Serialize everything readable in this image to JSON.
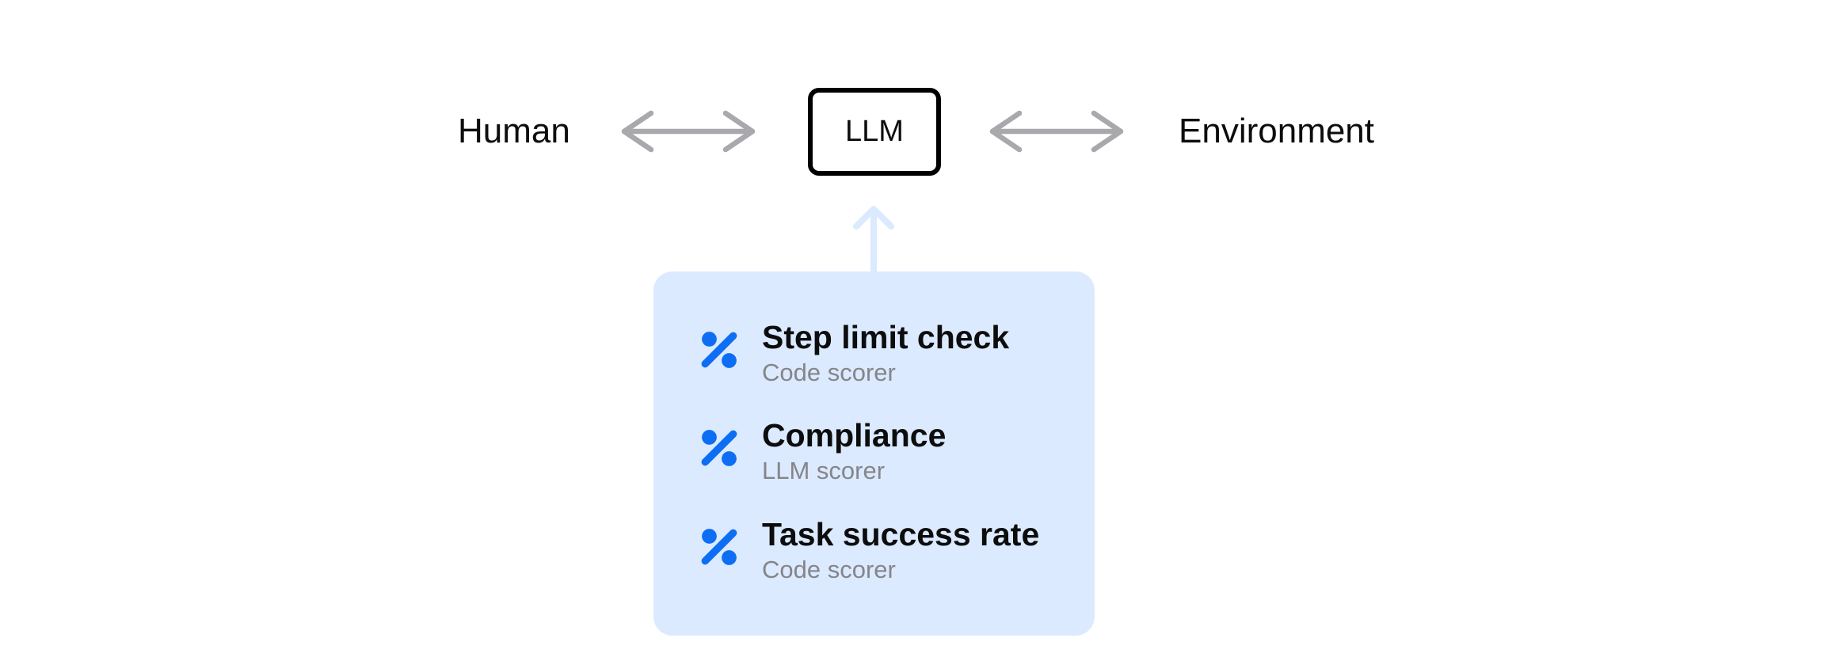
{
  "colors": {
    "canvas_bg": "#ffffff",
    "text_black": "#0d0d0e",
    "arrow_gray": "#a8a8ad",
    "box_border": "#000000",
    "box_bg": "#ffffff",
    "card_bg": "#dbeafe",
    "card_arrow": "#dbeafe",
    "icon_blue": "#0d6ef4",
    "subtitle_gray": "#85858a"
  },
  "nodes": {
    "human": {
      "label": "Human"
    },
    "llm": {
      "label": "LLM"
    },
    "environment": {
      "label": "Environment"
    }
  },
  "connections": [
    {
      "from": "Human",
      "to": "LLM",
      "type": "bidirectional-arrow"
    },
    {
      "from": "LLM",
      "to": "Environment",
      "type": "bidirectional-arrow"
    },
    {
      "from": "scorers-card",
      "to": "LLM",
      "type": "up-arrow"
    }
  ],
  "scorers_card": {
    "items": [
      {
        "icon": "percent-scorer-icon",
        "title": "Step limit check",
        "subtitle": "Code scorer"
      },
      {
        "icon": "percent-scorer-icon",
        "title": "Compliance",
        "subtitle": "LLM scorer"
      },
      {
        "icon": "percent-scorer-icon",
        "title": "Task success rate",
        "subtitle": "Code scorer"
      }
    ]
  }
}
